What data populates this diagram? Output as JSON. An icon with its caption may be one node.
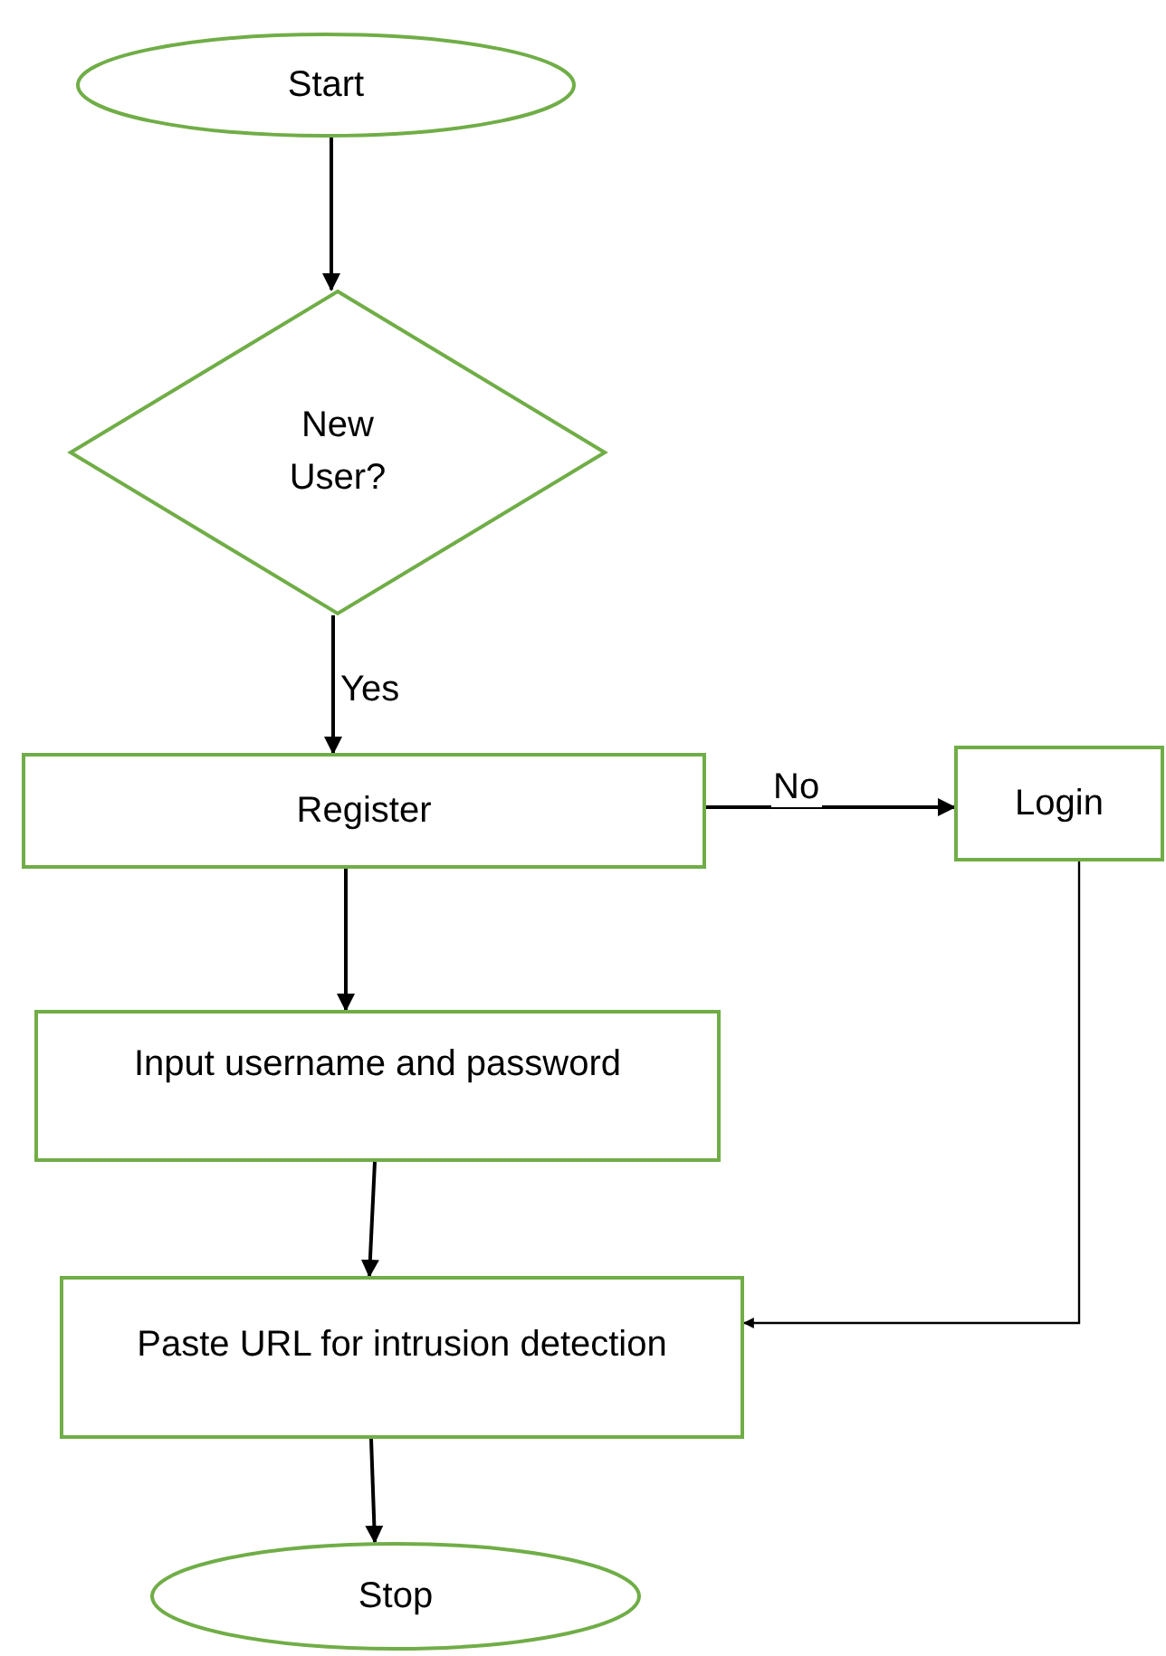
{
  "diagram": {
    "nodes": [
      {
        "text": [
          "Start"
        ]
      },
      {
        "text": [
          "New User?"
        ]
      },
      {
        "text": [
          "Register"
        ]
      },
      {
        "text": [
          "Login"
        ]
      },
      {
        "text": [
          "Input username and password"
        ]
      },
      {
        "text": [
          "Paste URL for intrusion detection"
        ]
      },
      {
        "text": [
          "Stop"
        ]
      }
    ],
    "edges": [
      {
        "from": 0,
        "to": 1,
        "arrow": "to"
      },
      {
        "from": 1,
        "to": 2,
        "arrow": "to",
        "label": "Yes"
      },
      {
        "from": 2,
        "to": 3,
        "arrow": "to",
        "label": "No"
      },
      {
        "from": 2,
        "to": 4,
        "arrow": "to"
      },
      {
        "from": 4,
        "to": 5,
        "arrow": "to"
      },
      {
        "from": 3,
        "to": 5,
        "arrow": "to"
      },
      {
        "from": 5,
        "to": 6,
        "arrow": "to"
      }
    ]
  }
}
